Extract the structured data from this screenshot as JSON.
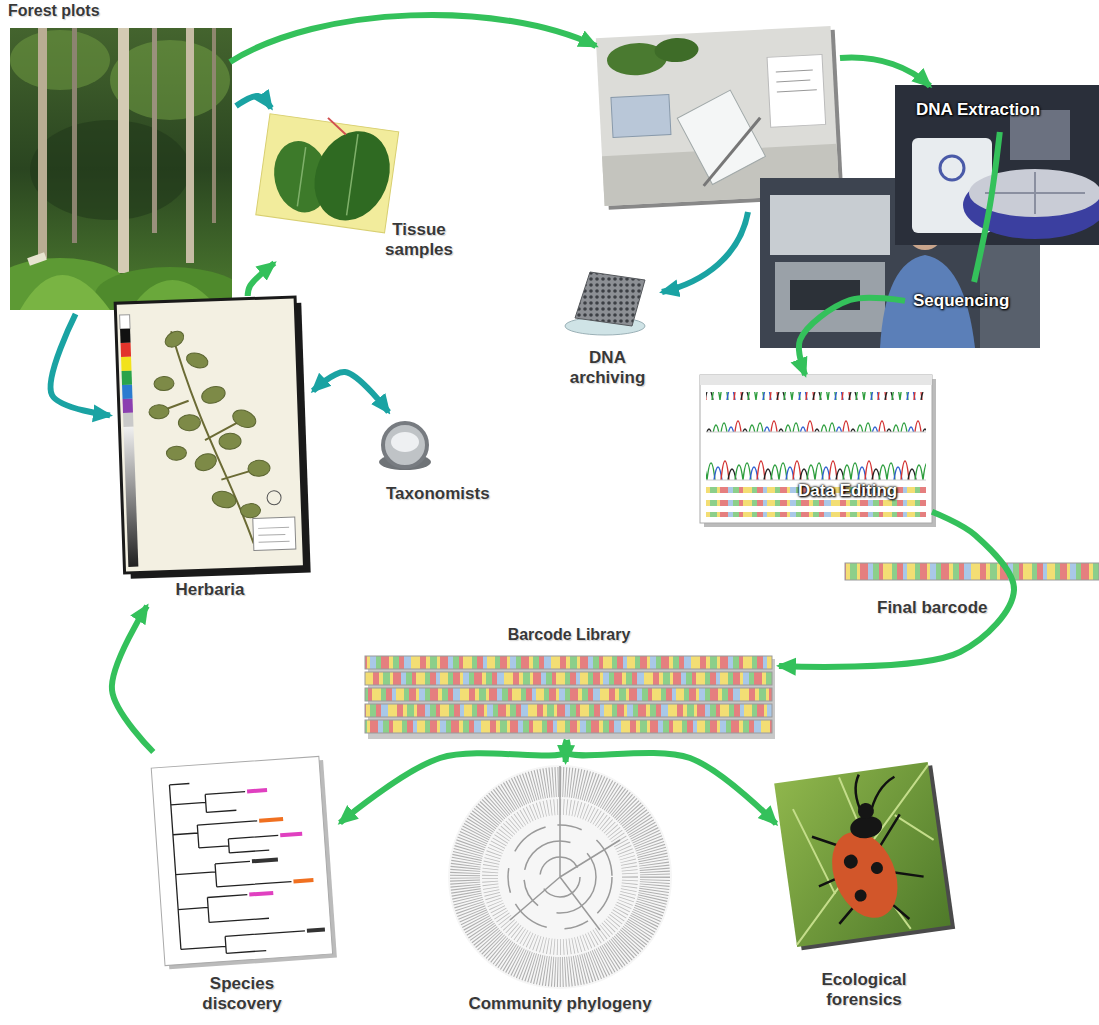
{
  "diagram": {
    "nodes": [
      {
        "text": [
          "Forest plots"
        ]
      },
      {
        "text": [
          "Tissue samples"
        ]
      },
      {
        "text": [
          "DNA Extraction"
        ]
      },
      {
        "text": [
          "Sequencing"
        ]
      },
      {
        "text": [
          "DNA archiving"
        ]
      },
      {
        "text": [
          "Taxonomists"
        ]
      },
      {
        "text": [
          "Herbaria"
        ]
      },
      {
        "text": [
          "Data Editing"
        ]
      },
      {
        "text": [
          "Final barcode"
        ]
      },
      {
        "text": [
          "Barcode Library"
        ]
      },
      {
        "text": [
          "Species discovery"
        ]
      },
      {
        "text": [
          "Community phylogeny"
        ]
      },
      {
        "text": [
          "Ecological forensics"
        ]
      }
    ],
    "edges": [
      {
        "from": 0,
        "to": 1,
        "arrow": "to"
      },
      {
        "from": 0,
        "to": 6,
        "arrow": "to"
      },
      {
        "from": 6,
        "to": 1,
        "arrow": "to"
      },
      {
        "from": 6,
        "to": 5,
        "arrow": "both"
      },
      {
        "from": 2,
        "to": 3,
        "arrow": "none"
      },
      {
        "from": 3,
        "to": 7,
        "arrow": "to"
      },
      {
        "from": 7,
        "to": 9,
        "arrow": "to"
      },
      {
        "from": 9,
        "to": 10,
        "arrow": "to"
      },
      {
        "from": 9,
        "to": 11,
        "arrow": "to"
      },
      {
        "from": 9,
        "to": 12,
        "arrow": "to"
      },
      {
        "from": 10,
        "to": 6,
        "arrow": "to"
      }
    ]
  }
}
